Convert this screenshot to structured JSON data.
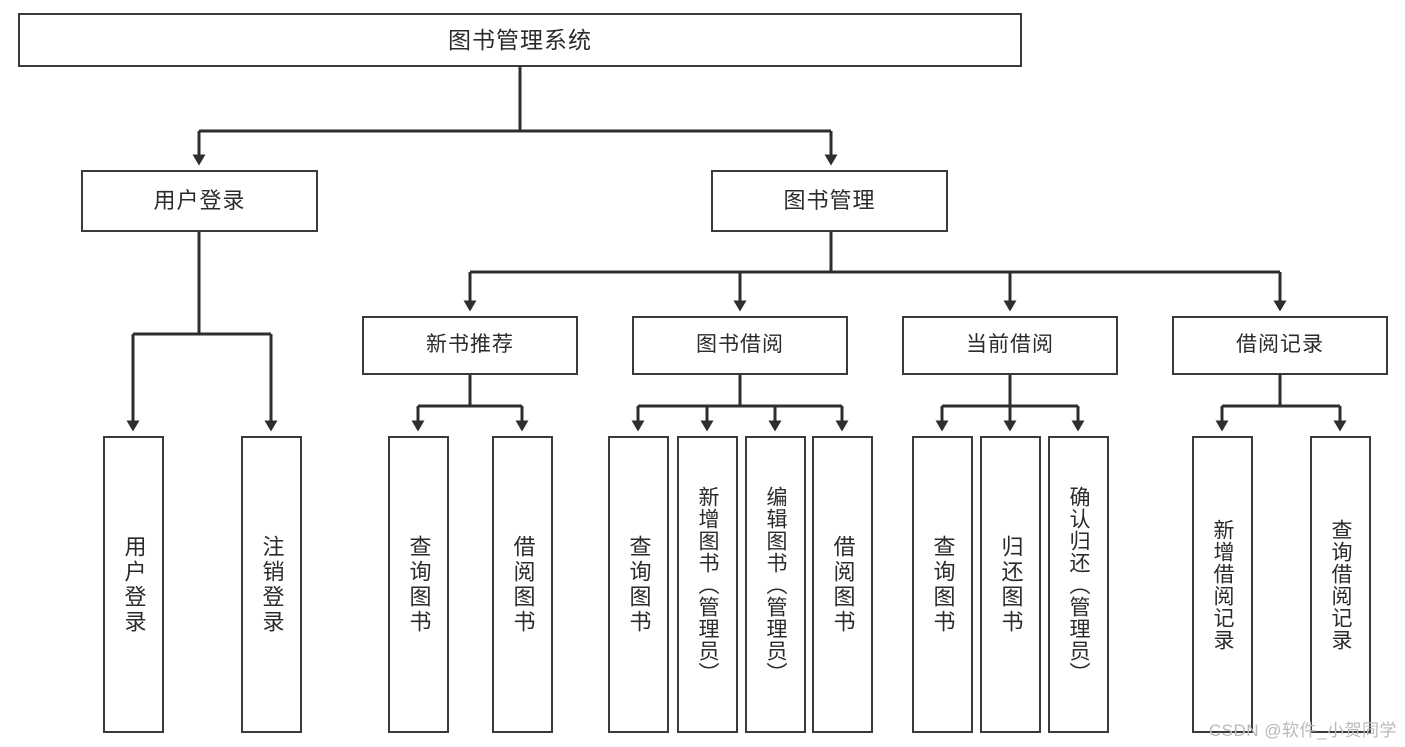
{
  "diagram": {
    "title": "图书管理系统",
    "type": "tree",
    "root": {
      "id": "root",
      "label": "图书管理系统"
    },
    "level2": [
      {
        "id": "user-login",
        "label": "用户登录"
      },
      {
        "id": "book-manage",
        "label": "图书管理"
      }
    ],
    "level3": [
      {
        "id": "new-book-recommend",
        "label": "新书推荐",
        "parent": "book-manage"
      },
      {
        "id": "book-borrow",
        "label": "图书借阅",
        "parent": "book-manage"
      },
      {
        "id": "current-borrow",
        "label": "当前借阅",
        "parent": "book-manage"
      },
      {
        "id": "borrow-record",
        "label": "借阅记录",
        "parent": "book-manage"
      }
    ],
    "leaves": [
      {
        "id": "leaf-user-login",
        "label": "用户登录",
        "parent": "user-login"
      },
      {
        "id": "leaf-user-logout",
        "label": "注销登录",
        "parent": "user-login"
      },
      {
        "id": "leaf-query-book-1",
        "label": "查询图书",
        "parent": "new-book-recommend"
      },
      {
        "id": "leaf-borrow-book-1",
        "label": "借阅图书",
        "parent": "new-book-recommend"
      },
      {
        "id": "leaf-query-book-2",
        "label": "查询图书",
        "parent": "book-borrow"
      },
      {
        "id": "leaf-add-book",
        "label": "新增图书（管理员）",
        "parent": "book-borrow"
      },
      {
        "id": "leaf-edit-book",
        "label": "编辑图书（管理员）",
        "parent": "book-borrow"
      },
      {
        "id": "leaf-borrow-book-2",
        "label": "借阅图书",
        "parent": "book-borrow"
      },
      {
        "id": "leaf-query-book-3",
        "label": "查询图书",
        "parent": "current-borrow"
      },
      {
        "id": "leaf-return-book",
        "label": "归还图书",
        "parent": "current-borrow"
      },
      {
        "id": "leaf-confirm-return",
        "label": "确认归还（管理员）",
        "parent": "current-borrow"
      },
      {
        "id": "leaf-add-record",
        "label": "新增借阅记录",
        "parent": "borrow-record"
      },
      {
        "id": "leaf-query-record",
        "label": "查询借阅记录",
        "parent": "borrow-record"
      }
    ]
  },
  "watermark": {
    "text": "CSDN @软件_小贺同学"
  },
  "colors": {
    "border": "#3a3a3a",
    "text": "#2b2b2b",
    "background": "#ffffff",
    "watermark": "#b9b9b9"
  }
}
